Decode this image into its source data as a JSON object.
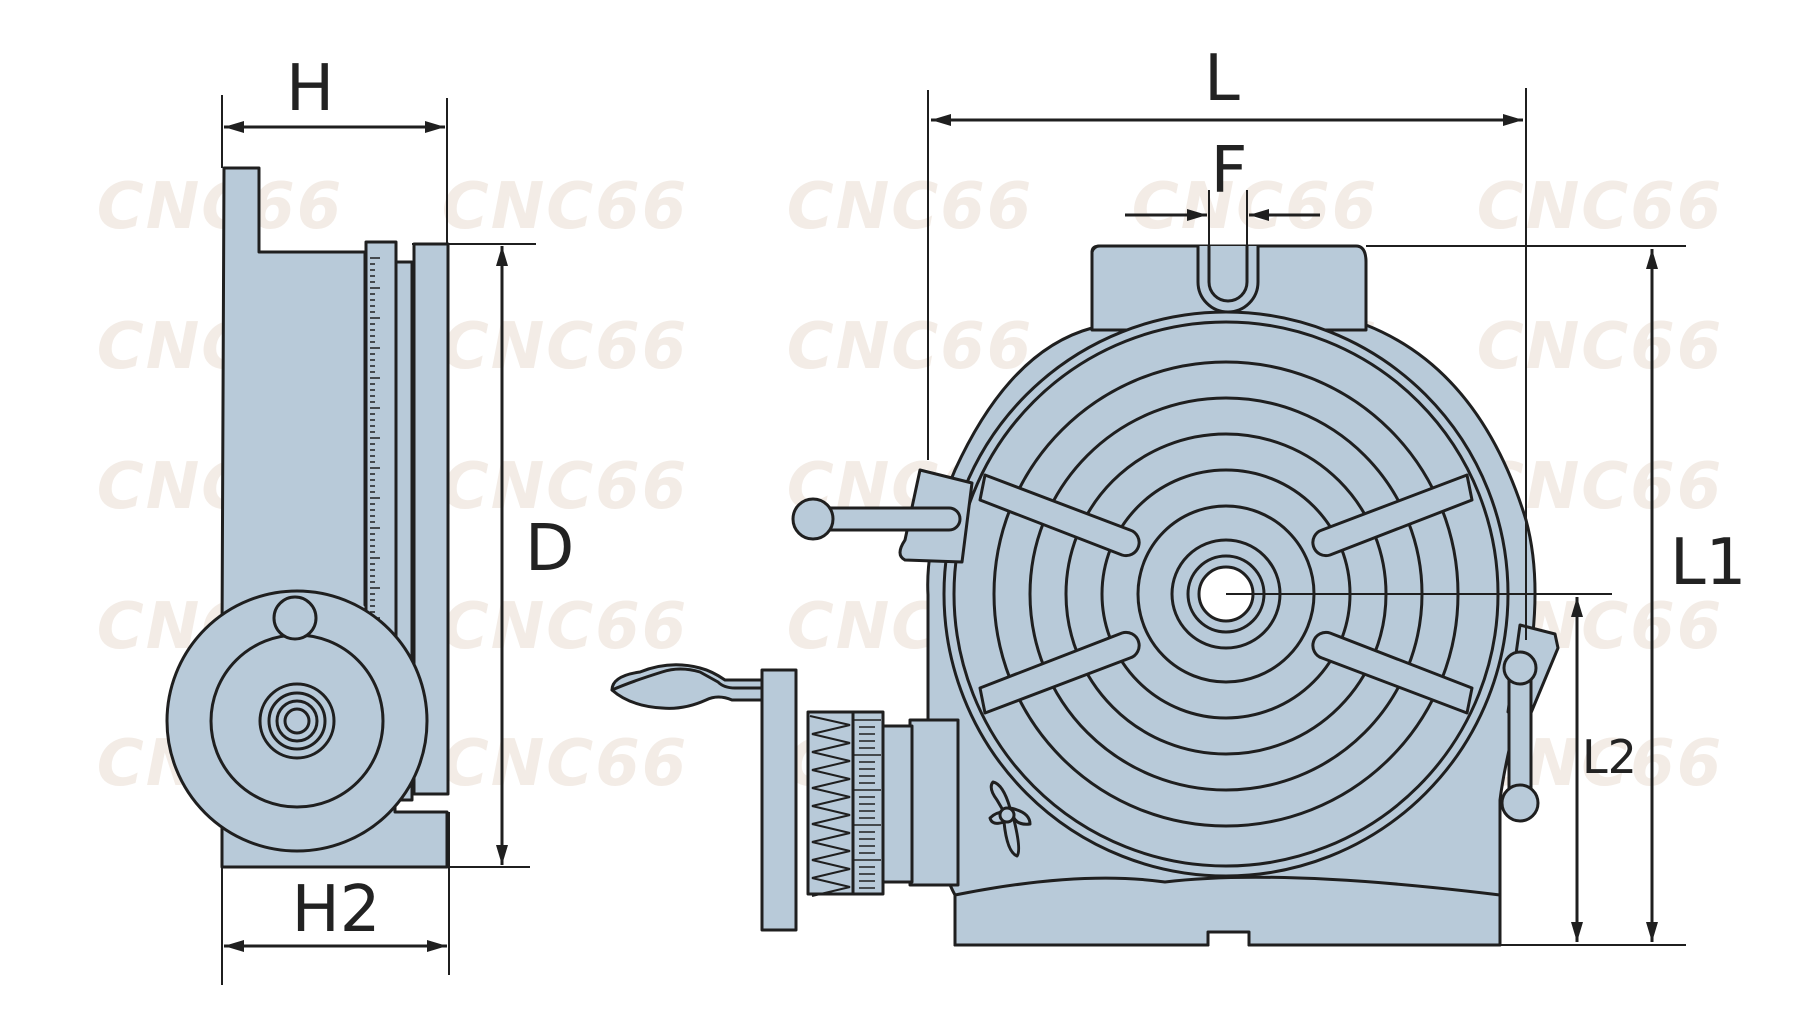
{
  "watermark": "CNC66",
  "dimensions": {
    "H": "H",
    "H2": "H2",
    "D": "D",
    "L": "L",
    "F": "F",
    "L1": "L1",
    "L2": "L2"
  },
  "colors": {
    "body_fill": "#b8cad9",
    "outline": "#1f1f1f",
    "watermark": "#f3ece6"
  }
}
